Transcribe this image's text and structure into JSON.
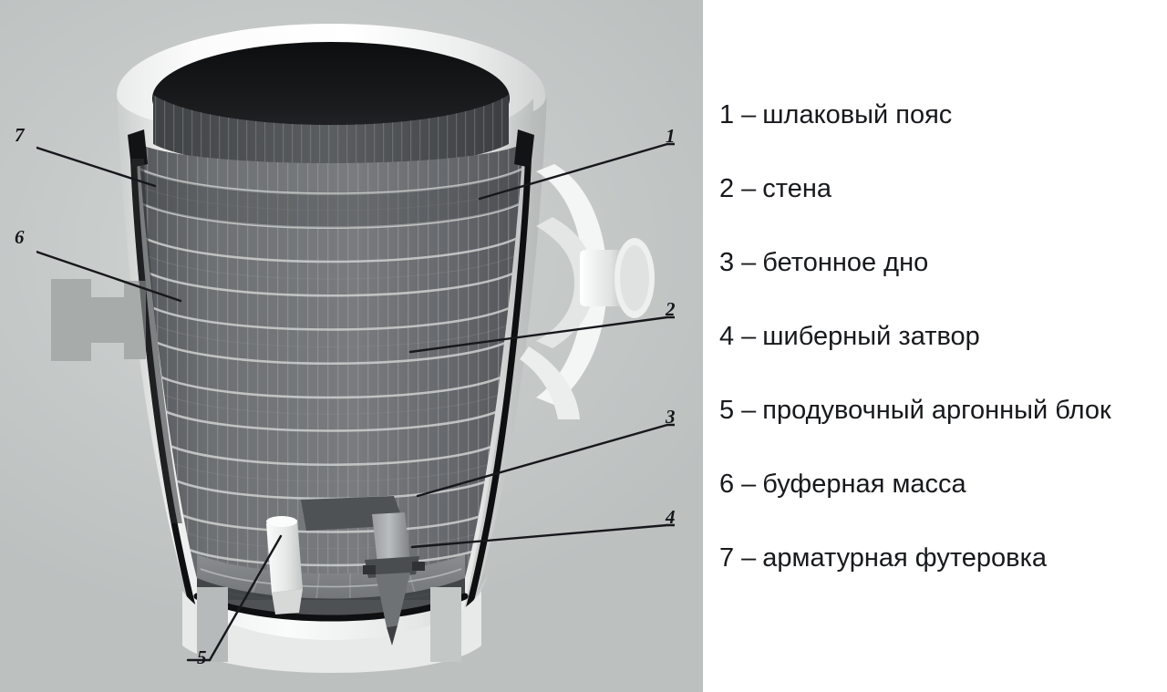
{
  "figure": {
    "title": "Cross-section of a steel ladle lining",
    "background_color": "#c7cbca",
    "callouts": [
      {
        "id": "1",
        "label": "1",
        "target": "slag-belt"
      },
      {
        "id": "2",
        "label": "2",
        "target": "wall"
      },
      {
        "id": "3",
        "label": "3",
        "target": "concrete-bottom"
      },
      {
        "id": "4",
        "label": "4",
        "target": "slide-gate"
      },
      {
        "id": "5",
        "label": "5",
        "target": "argon-purging-block"
      },
      {
        "id": "6",
        "label": "6",
        "target": "buffer-mass"
      },
      {
        "id": "7",
        "label": "7",
        "target": "reinforcing-lining"
      }
    ]
  },
  "legend": {
    "dash": "–",
    "items": [
      {
        "num": "1",
        "text": "шлаковый пояс"
      },
      {
        "num": "2",
        "text": "стена"
      },
      {
        "num": "3",
        "text": "бетонное дно"
      },
      {
        "num": "4",
        "text": "шиберный затвор"
      },
      {
        "num": "5",
        "text": "продувочный аргонный блок"
      },
      {
        "num": "6",
        "text": "буферная масса"
      },
      {
        "num": "7",
        "text": "арматурная футеровка"
      }
    ]
  },
  "colors": {
    "panel_bg": "#c7cbca",
    "legend_bg": "#ffffff",
    "text": "#17191c",
    "shell_light": "#f2f3f3",
    "shell_mid": "#d8dbda",
    "shell_shadow": "#a9adac",
    "lining_dark": "#55585b",
    "lining_mid": "#6b6e71",
    "mortar": "#cfd2d1",
    "cavity": "#151617",
    "steel_black": "#101112"
  }
}
